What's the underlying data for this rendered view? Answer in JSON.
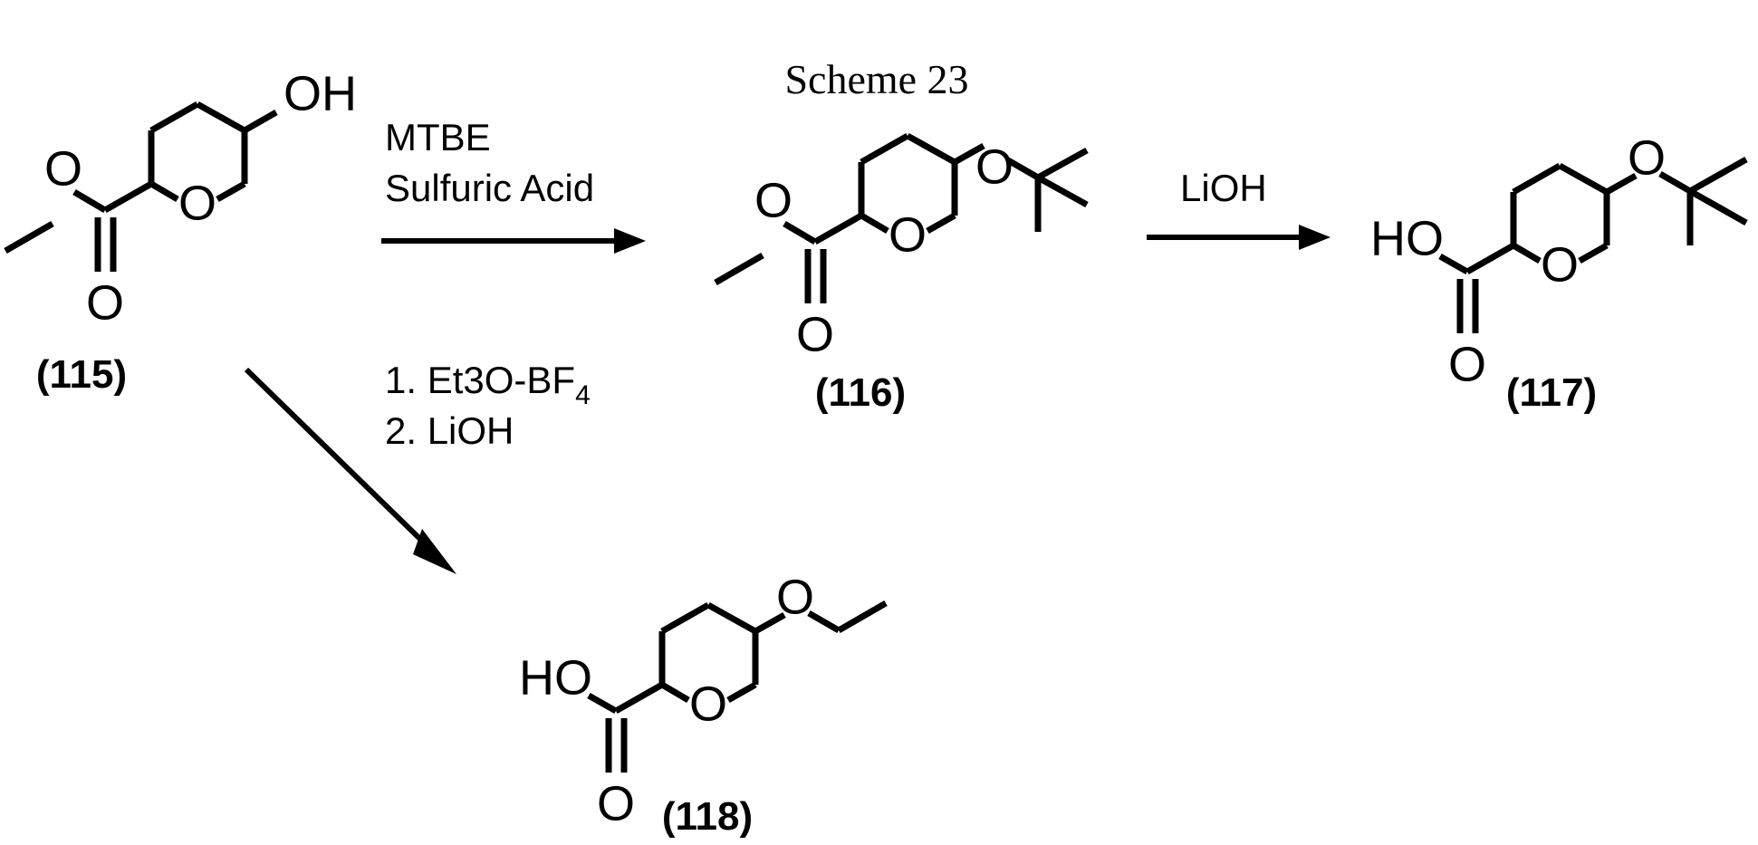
{
  "title": "Scheme 23",
  "labels": {
    "compound_115": "(115)",
    "compound_116": "(116)",
    "compound_117": "(117)",
    "compound_118": "(118)"
  },
  "atoms": {
    "oxygen": "O",
    "hydroxyl": "OH",
    "hydroxyl_left": "HO"
  },
  "reagents": {
    "step1_line1": "MTBE",
    "step1_line2": "Sulfuric Acid",
    "step2_line1": "LiOH",
    "step3_line1": "1. Et3O-BF",
    "step3_line1_sub": "4",
    "step3_line2": "2. LiOH"
  },
  "colors": {
    "ink": "#000000",
    "background": "#ffffff"
  },
  "chart_data": {
    "type": "diagram",
    "title": "Scheme 23",
    "diagram_kind": "chemical-reaction-scheme",
    "nodes": [
      {
        "id": "115",
        "label": "(115)",
        "name": "methyl 5-hydroxytetrahydro-2H-pyran-2-carboxylate",
        "substituents": [
          "methyl ester",
          "OH at C5",
          "pyran ring O"
        ]
      },
      {
        "id": "116",
        "label": "(116)",
        "name": "methyl 5-(tert-butoxy)tetrahydro-2H-pyran-2-carboxylate",
        "substituents": [
          "methyl ester",
          "O-tert-butyl at C5",
          "pyran ring O"
        ]
      },
      {
        "id": "117",
        "label": "(117)",
        "name": "5-(tert-butoxy)tetrahydro-2H-pyran-2-carboxylic acid",
        "substituents": [
          "carboxylic acid HO-C=O",
          "O-tert-butyl at C5",
          "pyran ring O"
        ]
      },
      {
        "id": "118",
        "label": "(118)",
        "name": "5-ethoxytetrahydro-2H-pyran-2-carboxylic acid",
        "substituents": [
          "carboxylic acid HO-C=O",
          "O-ethyl at C5",
          "pyran ring O"
        ]
      }
    ],
    "edges": [
      {
        "from": "115",
        "to": "116",
        "reagents": [
          "MTBE",
          "Sulfuric Acid"
        ],
        "direction": "right"
      },
      {
        "from": "116",
        "to": "117",
        "reagents": [
          "LiOH"
        ],
        "direction": "right"
      },
      {
        "from": "115",
        "to": "118",
        "reagents": [
          "1. Et3O-BF4",
          "2. LiOH"
        ],
        "direction": "diagonal-down-right"
      }
    ]
  }
}
